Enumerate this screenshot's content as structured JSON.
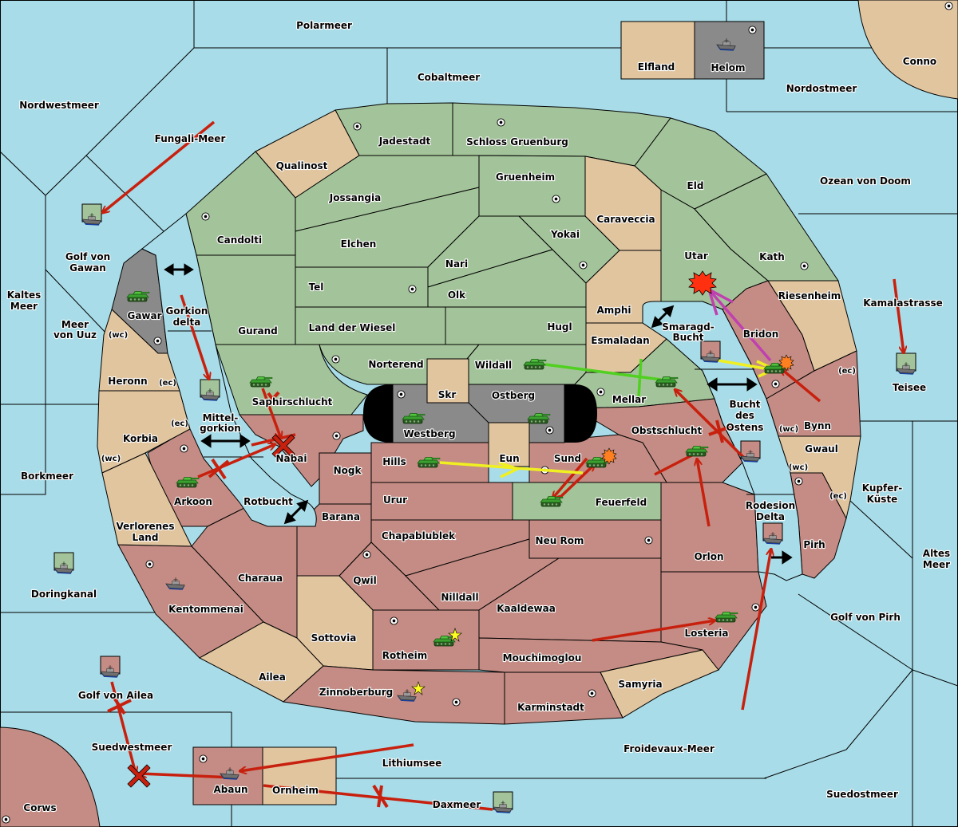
{
  "colors": {
    "sea": "#a8dce8",
    "green_power": "#a3c49a",
    "red_power": "#c48c84",
    "tan_neutral": "#e1c59f",
    "gray_power": "#8a8a8a",
    "order_red": "#c8200e",
    "order_yellow": "#f0f020",
    "order_green": "#50d020",
    "order_magenta": "#c040b0"
  },
  "labels": {
    "polarmeer": "Polarmeer",
    "cobaltmeer": "Cobaltmeer",
    "elfland": "Elfland",
    "helom": "Helom",
    "conno": "Conno",
    "nordostmeer": "Nordostmeer",
    "nordwestmeer": "Nordwestmeer",
    "fungali_meer": "Fungali-Meer",
    "jadestadt": "Jadestadt",
    "schloss_gruenburg": "Schloss Gruenburg",
    "qualinost": "Qualinost",
    "gruenheim": "Gruenheim",
    "eld": "Eld",
    "ozean_von_doom": "Ozean von Doom",
    "jossangia": "Jossangia",
    "caraveccia": "Caraveccia",
    "candolti": "Candolti",
    "elchen": "Elchen",
    "yokai": "Yokai",
    "golf_von_gawan_1": "Golf von",
    "golf_von_gawan_2": "Gawan",
    "nari": "Nari",
    "utar": "Utar",
    "kath": "Kath",
    "tel": "Tel",
    "olk": "Olk",
    "riesenheim": "Riesenheim",
    "kamalastrasse": "Kamalastrasse",
    "kaltes_meer_1": "Kaltes",
    "kaltes_meer_2": "Meer",
    "gawar": "Gawar",
    "gorkion_delta_1": "Gorkion",
    "gorkion_delta_2": "delta",
    "amphi": "Amphi",
    "smaragd_bucht_1": "Smaragd-",
    "smaragd_bucht_2": "Bucht",
    "meer_von_uuz_1": "Meer",
    "meer_von_uuz_2": "von Uuz",
    "gurand": "Gurand",
    "land_der_wiesel": "Land der Wiesel",
    "hugl": "Hugl",
    "bridon": "Bridon",
    "esmaladan": "Esmaladan",
    "norterend": "Norterend",
    "wildall": "Wildall",
    "heronn": "Heronn",
    "teisee": "Teisee",
    "skr": "Skr",
    "ostberg": "Ostberg",
    "mellar": "Mellar",
    "saphirschlucht": "Saphirschlucht",
    "bucht_des_ostens_1": "Bucht",
    "bucht_des_ostens_2": "des",
    "bucht_des_ostens_3": "Ostens",
    "mittelgorkion_1": "Mittel-",
    "mittelgorkion_2": "gorkion",
    "bynn": "Bynn",
    "westberg": "Westberg",
    "korbia": "Korbia",
    "obstschlucht": "Obstschlucht",
    "nabai": "Nabai",
    "gwaul": "Gwaul",
    "hills": "Hills",
    "eun": "Eun",
    "sund": "Sund",
    "nogk": "Nogk",
    "borkmeer": "Borkmeer",
    "kupfer_kueste_1": "Kupfer-",
    "kupfer_kueste_2": "Küste",
    "arkoon": "Arkoon",
    "urur": "Urur",
    "feuerfeld": "Feuerfeld",
    "rotbucht": "Rotbucht",
    "rodesion_delta_1": "Rodesion",
    "rodesion_delta_2": "Delta",
    "barana": "Barana",
    "verlorenes_land_1": "Verlorenes",
    "verlorenes_land_2": "Land",
    "chapablublek": "Chapablublek",
    "pirh": "Pirh",
    "neu_rom": "Neu Rom",
    "altes_meer_1": "Altes",
    "altes_meer_2": "Meer",
    "orlon": "Orlon",
    "charaua": "Charaua",
    "qwil": "Qwil",
    "doringkanal": "Doringkanal",
    "nilldall": "Nilldall",
    "kentommenai": "Kentommenai",
    "kaaldewaa": "Kaaldewaa",
    "golf_von_pirh": "Golf von Pirh",
    "losteria": "Losteria",
    "sottovia": "Sottovia",
    "rotheim": "Rotheim",
    "mouchimoglou": "Mouchimoglou",
    "ailea": "Ailea",
    "samyria": "Samyria",
    "golf_von_ailea": "Golf von Ailea",
    "zinnoberburg": "Zinnoberburg",
    "karminstadt": "Karminstadt",
    "suedwestmeer": "Suedwestmeer",
    "froidevaux_meer": "Froidevaux-Meer",
    "lithiumsee": "Lithiumsee",
    "abaun": "Abaun",
    "ornheim": "Ornheim",
    "suedostmeer": "Suedostmeer",
    "daxmeer": "Daxmeer",
    "corws": "Corws",
    "coast_wc": "(wc)",
    "coast_ec": "(ec)"
  },
  "units": [
    {
      "type": "fleet",
      "province": "Helom",
      "power": "gray"
    },
    {
      "type": "fleet",
      "province": "Golf von Gawan",
      "power": "green"
    },
    {
      "type": "army",
      "province": "Gawar",
      "power": "gray"
    },
    {
      "type": "fleet",
      "province": "Mittelgorkion",
      "power": "green"
    },
    {
      "type": "army",
      "province": "Saphirschlucht",
      "power": "green"
    },
    {
      "type": "army",
      "province": "Arkoon",
      "power": "green"
    },
    {
      "type": "army",
      "province": "Westberg",
      "power": "gray"
    },
    {
      "type": "army",
      "province": "Ostberg",
      "power": "gray"
    },
    {
      "type": "army",
      "province": "Wildall",
      "power": "green"
    },
    {
      "type": "army",
      "province": "Mellar",
      "power": "green"
    },
    {
      "type": "army",
      "province": "Hills",
      "power": "green"
    },
    {
      "type": "army",
      "province": "Sund",
      "power": "green",
      "status": "dislodged"
    },
    {
      "type": "army",
      "province": "Feuerfeld",
      "power": "green"
    },
    {
      "type": "army",
      "province": "Obstschlucht",
      "power": "green"
    },
    {
      "type": "army",
      "province": "Bridon",
      "power": "green",
      "status": "dislodged"
    },
    {
      "type": "fleet",
      "province": "Utar",
      "power": "red",
      "status": "destroyed"
    },
    {
      "type": "fleet",
      "province": "Smaragd-Bucht",
      "power": "red"
    },
    {
      "type": "fleet",
      "province": "Bucht des Ostens",
      "power": "red"
    },
    {
      "type": "fleet",
      "province": "Rodesion Delta",
      "power": "red"
    },
    {
      "type": "fleet",
      "province": "Teisee",
      "power": "green"
    },
    {
      "type": "army",
      "province": "Losteria",
      "power": "green"
    },
    {
      "type": "fleet",
      "province": "Doringkanal",
      "power": "green"
    },
    {
      "type": "fleet",
      "province": "Kentommenai",
      "power": "red"
    },
    {
      "type": "army",
      "province": "Rotheim",
      "power": "green",
      "status": "built"
    },
    {
      "type": "fleet",
      "province": "Zinnoberburg",
      "power": "red",
      "status": "built"
    },
    {
      "type": "fleet",
      "province": "Golf von Ailea",
      "power": "red"
    },
    {
      "type": "fleet",
      "province": "Abaun",
      "power": "red"
    },
    {
      "type": "fleet",
      "province": "Daxmeer",
      "power": "green"
    }
  ]
}
